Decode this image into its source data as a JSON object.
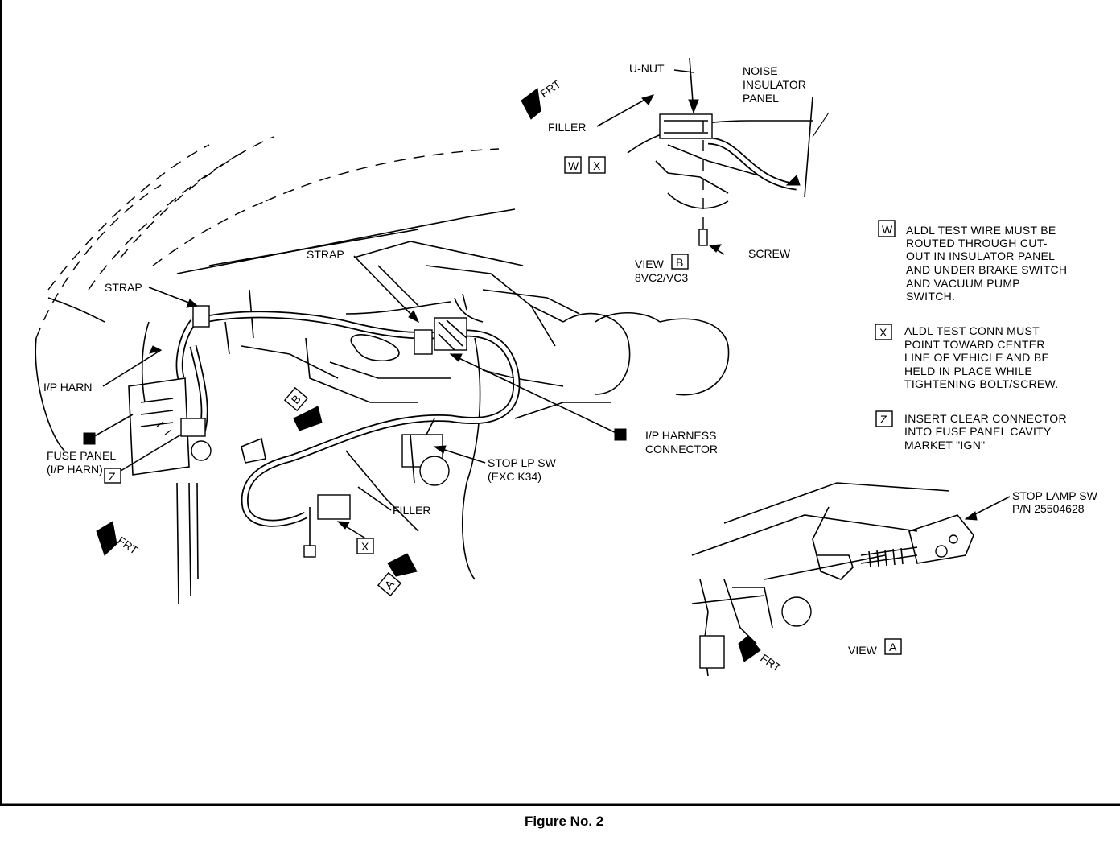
{
  "labels": {
    "u_nut": "U-NUT",
    "noise_line1": "NOISE",
    "noise_line2": "INSULATOR",
    "noise_line3": "PANEL",
    "frt": "FRT",
    "filler": "FILLER",
    "strap": "STRAP",
    "view_b": "VIEW",
    "view_b_letter": "B",
    "view_b_model": "8VC2/VC3",
    "screw": "SCREW",
    "ip_harn": "I/P HARN",
    "fuse_panel_line1": "FUSE PANEL",
    "fuse_panel_line2": "(I/P HARN)",
    "ip_harness_connector_line1": "I/P HARNESS",
    "ip_harness_connector_line2": "CONNECTOR",
    "stop_lp_sw_line1": "STOP LP SW",
    "stop_lp_sw_line2": "(EXC K34)",
    "stop_lamp_sw_line1": "STOP LAMP SW",
    "stop_lamp_sw_line2": "P/N 25504628",
    "view_a": "VIEW",
    "view_a_letter": "A"
  },
  "tags": {
    "w": "W",
    "x": "X",
    "z": "Z",
    "a": "A",
    "b": "B"
  },
  "notes": [
    {
      "key": "W",
      "lines": [
        "ALDL TEST WIRE MUST BE",
        "ROUTED  THROUGH  CUT-",
        "OUT IN INSULATOR PANEL",
        "AND UNDER BRAKE SWITCH",
        "AND VACUUM PUMP",
        "SWITCH."
      ]
    },
    {
      "key": "X",
      "lines": [
        "ALDL TEST CONN MUST",
        "POINT TOWARD CENTER",
        "LINE OF VEHICLE AND BE",
        "HELD IN PLACE WHILE",
        "TIGHTENING BOLT/SCREW."
      ]
    },
    {
      "key": "Z",
      "lines": [
        "INSERT CLEAR CONNECTOR",
        "INTO FUSE PANEL CAVITY",
        "MARKET \"IGN\""
      ]
    }
  ],
  "caption": "Figure No. 2"
}
